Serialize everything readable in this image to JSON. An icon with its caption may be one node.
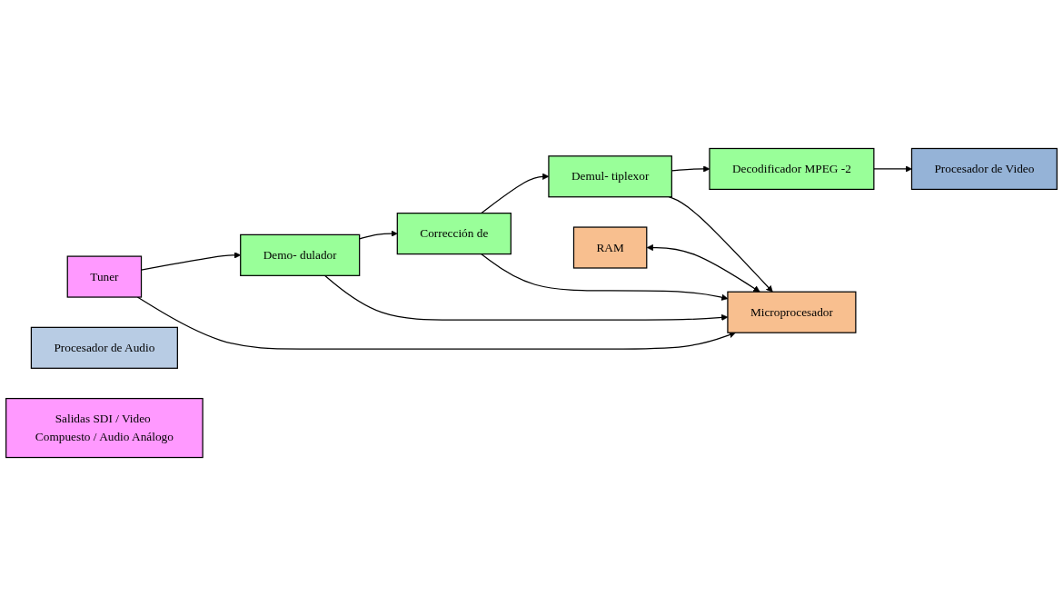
{
  "diagram": {
    "nodes": [
      {
        "text": [
          "Tuner"
        ]
      },
      {
        "text": [
          "Demo- dulador"
        ]
      },
      {
        "text": [
          "Corrección de"
        ]
      },
      {
        "text": [
          "Demul- tiplexor"
        ]
      },
      {
        "text": [
          "Decodificador MPEG -2"
        ]
      },
      {
        "text": [
          "RAM"
        ]
      },
      {
        "text": [
          "Microprocesador"
        ]
      },
      {
        "text": [
          "Procesador de Audio"
        ]
      },
      {
        "text": [
          "Procesador de Video"
        ]
      },
      {
        "text": [
          "Salidas SDI / Video Compuesto / Audio Análogo"
        ]
      }
    ],
    "edges": [
      {
        "from": 0,
        "to": 1,
        "arrow": "to"
      },
      {
        "from": 1,
        "to": 2,
        "arrow": "to"
      },
      {
        "from": 2,
        "to": 3,
        "arrow": "to"
      },
      {
        "from": 3,
        "to": 4,
        "arrow": "to"
      },
      {
        "from": 0,
        "to": 6,
        "arrow": "to"
      },
      {
        "from": 1,
        "to": 6,
        "arrow": "to"
      },
      {
        "from": 2,
        "to": 6,
        "arrow": "to"
      },
      {
        "from": 3,
        "to": 6,
        "arrow": "to"
      },
      {
        "from": 4,
        "to": 8,
        "arrow": "to"
      },
      {
        "from": 5,
        "to": 6,
        "arrow": "both"
      }
    ]
  }
}
